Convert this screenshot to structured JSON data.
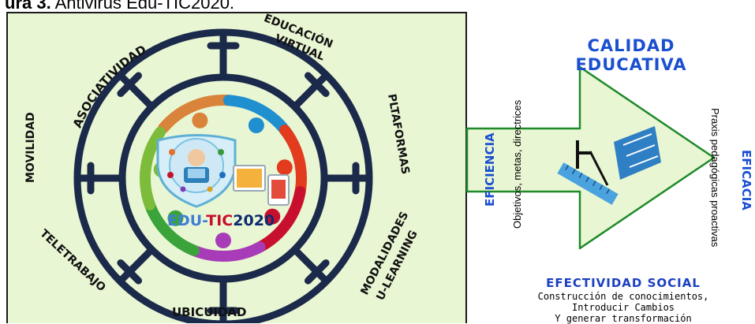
{
  "caption": {
    "prefix": "ura 3.",
    "text": " Antivirus Edu-TIC2020."
  },
  "circle_labels": {
    "asociatividad": "ASOCIATIVIDAD",
    "educacion_line1": "EDUCACIÓN",
    "educacion_line2": "VIRTUAL",
    "plataformas": "PLTAFORMAS",
    "modalidades_line1": "MODALIDADES",
    "modalidades_line2": "U-LEARNING",
    "ubicuidad": "UBICUIDAD",
    "teletrabajo": "TELETRABAJO",
    "movilidad": "MOVILIDAD"
  },
  "logo": {
    "part1": "EDU-",
    "part2": "TIC",
    "part3": "2020"
  },
  "right": {
    "calidad_line1": "CALIDAD",
    "calidad_line2": "EDUCATIVA",
    "eficiencia": "EFICIENCIA",
    "eficiencia_sub": "Objetivos, metas, directrices",
    "eficacia": "EFICACIA",
    "eficacia_sub": "Praxis pedagógicas proactivas",
    "efectividad_title": "EFECTIVIDAD SOCIAL",
    "efectividad_lines": [
      "Construcción de conocimientos,",
      "Introducir Cambios",
      "Y generar transformación"
    ]
  },
  "colors": {
    "panel": "#e9f6d3",
    "person_orange": "#d9843a",
    "person_blue": "#1f8fd0",
    "person_red": "#e23b1e",
    "person_darkred": "#c8102e",
    "person_purple": "#a83cb8",
    "person_green": "#3aa33a",
    "person_lightgreen": "#7dbb3a",
    "ring": "#1b2a4a",
    "accent_blue": "#1a4fd0"
  }
}
